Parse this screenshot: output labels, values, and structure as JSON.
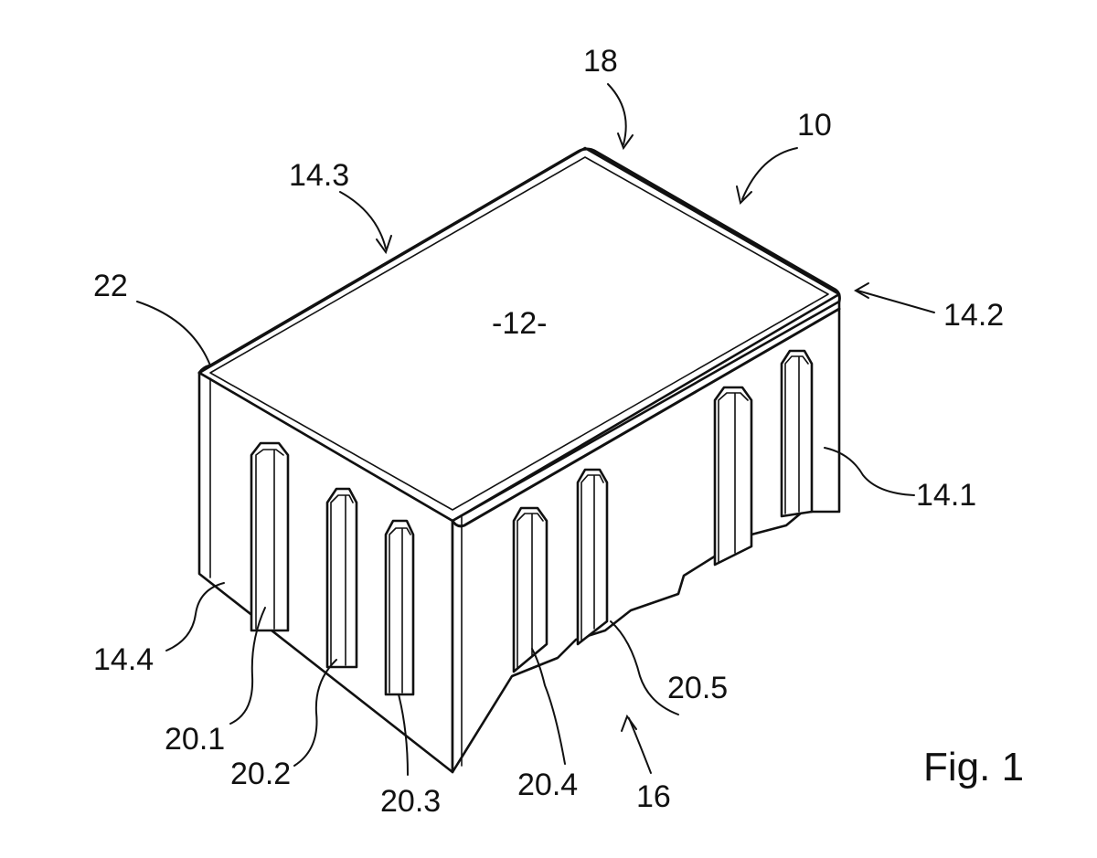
{
  "figure": {
    "caption": "Fig. 1",
    "top_face_label": "-12-"
  },
  "reference_numerals": {
    "n10": "10",
    "n12": "-12-",
    "n14_1": "14.1",
    "n14_2": "14.2",
    "n14_3": "14.3",
    "n14_4": "14.4",
    "n16": "16",
    "n18": "18",
    "n20_1": "20.1",
    "n20_2": "20.2",
    "n20_3": "20.3",
    "n20_4": "20.4",
    "n20_5": "20.5",
    "n22": "22"
  }
}
